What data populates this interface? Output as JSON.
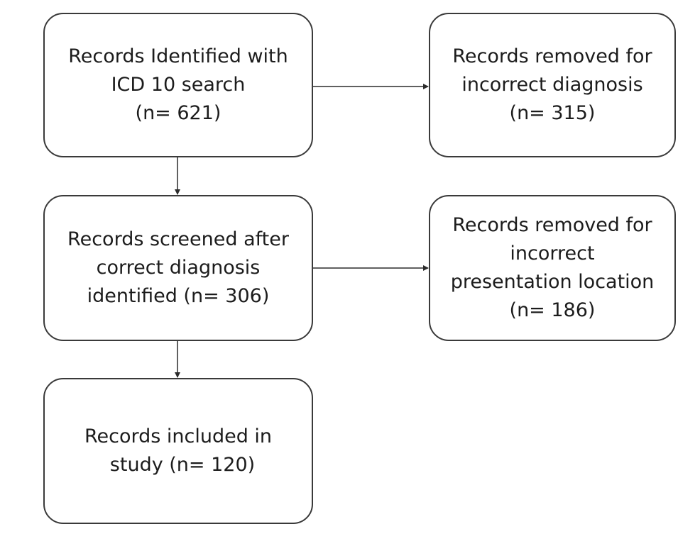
{
  "flowchart": {
    "identified": {
      "lines": [
        "Records Identified with",
        "ICD 10 search",
        "(n= 621)"
      ]
    },
    "removed_incorrect_diagnosis": {
      "lines": [
        "Records removed for",
        "incorrect diagnosis",
        "(n= 315)"
      ]
    },
    "screened": {
      "lines": [
        "Records screened after",
        "correct diagnosis",
        "identified (n= 306)"
      ]
    },
    "removed_incorrect_location": {
      "lines": [
        "Records removed for",
        "incorrect",
        "presentation location",
        "(n= 186)"
      ]
    },
    "included": {
      "lines": [
        "Records included in",
        "study (n= 120)"
      ]
    }
  },
  "colors": {
    "border": "#3a3a3a",
    "text": "#1c1c1c",
    "arrow": "#2b2b2b"
  }
}
